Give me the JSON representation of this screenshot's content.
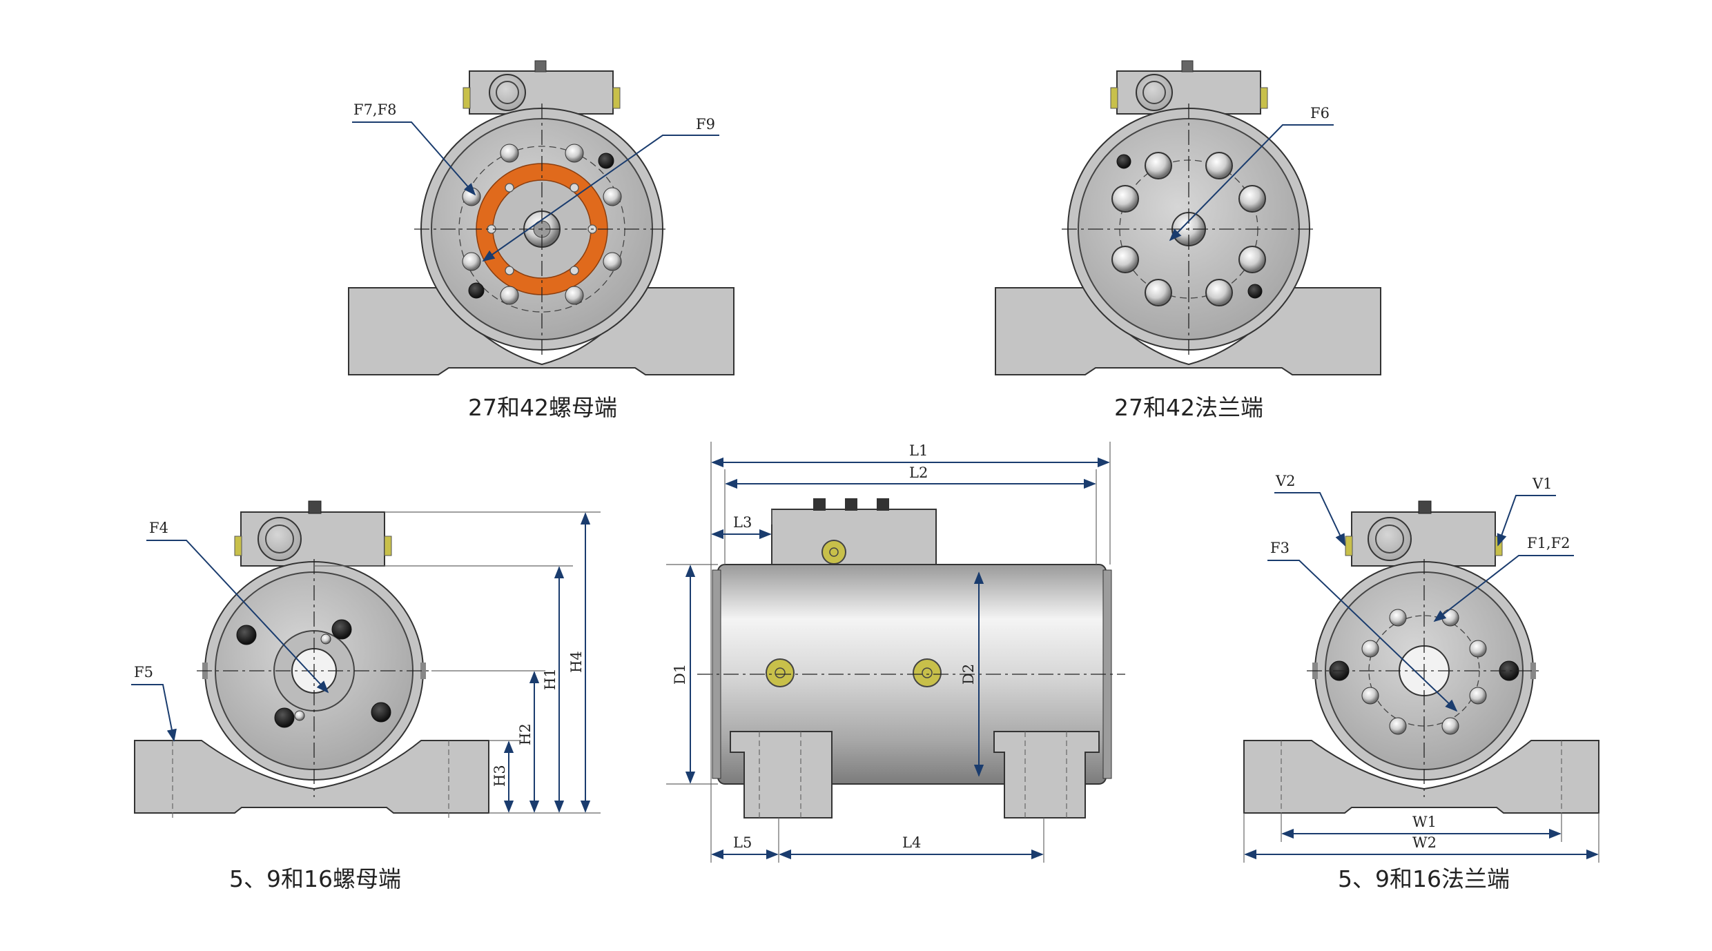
{
  "views": {
    "top_left": {
      "caption": "27和42螺母端"
    },
    "top_right": {
      "caption": "27和42法兰端"
    },
    "bot_left": {
      "caption": "5、9和16螺母端"
    },
    "bot_right": {
      "caption": "5、9和16法兰端"
    }
  },
  "labels": {
    "f7f8": "F7,F8",
    "f9": "F9",
    "f6": "F6",
    "f4": "F4",
    "f5": "F5",
    "v2": "V2",
    "v1": "V1",
    "f3": "F3",
    "f1f2": "F1,F2"
  },
  "dimensions": {
    "l1": "L1",
    "l2": "L2",
    "l3": "L3",
    "l4": "L4",
    "l5": "L5",
    "d1": "D1",
    "d2": "D2",
    "h1": "H1",
    "h2": "H2",
    "h3": "H3",
    "h4": "H4",
    "w1": "W1",
    "w2": "W2"
  },
  "colors": {
    "body": "#c4c4c4",
    "dimension_line": "#1a3c6e",
    "piston_ring": "#e06a1c",
    "fitting": "#c8c04a",
    "bore": "#f2f2f2"
  }
}
